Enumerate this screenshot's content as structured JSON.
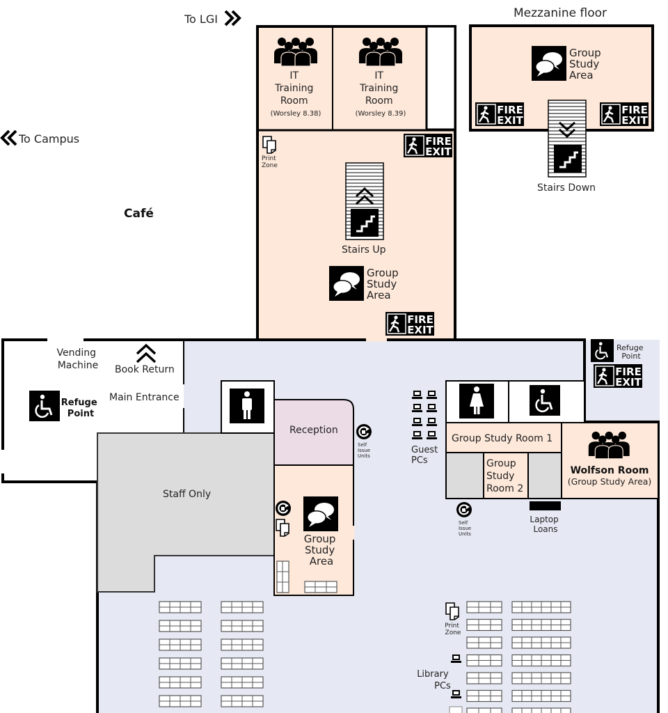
{
  "nav": {
    "to_lgi": "To LGI",
    "to_campus": "To Campus"
  },
  "mezzanine": {
    "title": "Mezzanine floor",
    "group_study": [
      "Group",
      "Study",
      "Area"
    ],
    "stairs_down": "Stairs Down"
  },
  "upper": {
    "it_room_1": {
      "lines": [
        "IT",
        "Training",
        "Room"
      ],
      "sub": "(Worsley 8.38)"
    },
    "it_room_2": {
      "lines": [
        "IT",
        "Training",
        "Room"
      ],
      "sub": "(Worsley 8.39)"
    },
    "print_zone": [
      "Print",
      "Zone"
    ],
    "stairs_up": "Stairs Up",
    "group_study": [
      "Group",
      "Study",
      "Area"
    ]
  },
  "fire_exit": [
    "FIRE",
    "EXIT"
  ],
  "cafe": "Café",
  "entrance": {
    "vending": [
      "Vending",
      "Machine"
    ],
    "book_return": "Book Return",
    "main_entrance": "Main Entrance",
    "refuge": [
      "Refuge",
      "Point"
    ]
  },
  "right_refuge": [
    "Refuge",
    "Point"
  ],
  "main": {
    "staff_only": "Staff Only",
    "reception": "Reception",
    "self_issue": [
      "Self",
      "Issue",
      "Units"
    ],
    "guest_pcs": [
      "Guest",
      "PCs"
    ],
    "group_study": [
      "Group",
      "Study",
      "Area"
    ],
    "gsr1": "Group Study Room 1",
    "gsr2": [
      "Group",
      "Study",
      "Room 2"
    ],
    "wolfson": "Wolfson Room",
    "wolfson_sub": "(Group Study Area)",
    "laptop_loans": [
      "Laptop",
      "Loans"
    ],
    "print_zone": [
      "Print",
      "Zone"
    ],
    "library_pcs": [
      "Library",
      "PCs"
    ]
  },
  "colors": {
    "peach": "#fde8da",
    "main_floor": "#e6e9f3",
    "staff": "#dcdcdc",
    "reception": "#ecdce6",
    "wall": "#000000"
  }
}
